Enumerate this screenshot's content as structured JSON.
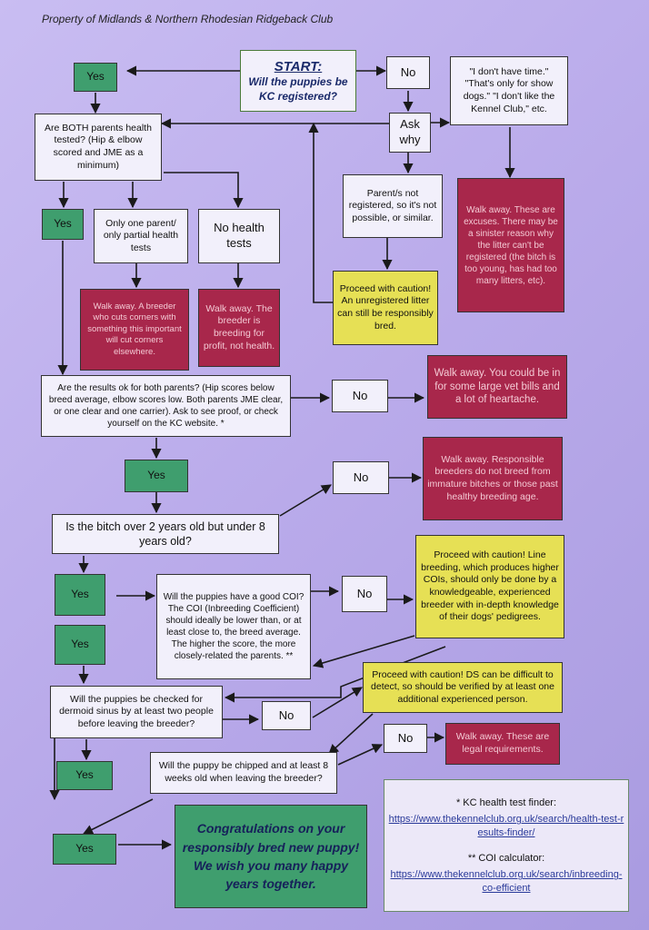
{
  "header": "Property of Midlands & Northern Rhodesian Ridgeback Club",
  "start": {
    "title": "START:",
    "question": "Will the puppies be KC registered?"
  },
  "labels": {
    "yes": "Yes",
    "no": "No",
    "ask_why": "Ask why"
  },
  "nodes": {
    "excuses_quote": "\"I don't have time.\" \"That's only for show dogs.\" \"I don't like the Kennel Club,\" etc.",
    "not_registered": "Parent/s not registered, so it's not possible, or similar.",
    "walk_excuses": "Walk away. These are excuses. There may be a sinister reason why the litter can't be registered (the bitch is too young, has had too many litters, etc).",
    "caution_unregistered": "Proceed with caution! An unregistered litter can still be responsibly bred.",
    "both_tested_q": "Are BOTH parents health tested? (Hip & elbow scored and JME as a minimum)",
    "one_parent": "Only one parent/ only partial health tests",
    "no_tests": "No health tests",
    "walk_cuts_corners": "Walk away. A breeder who cuts corners with something this important will cut corners elsewhere.",
    "walk_profit": "Walk away. The breeder is breeding for profit, not health.",
    "results_ok_q": "Are the results ok for both parents? (Hip scores below breed average, elbow scores low. Both parents JME clear, or one clear and one carrier). Ask to see proof, or check yourself on the KC website. *",
    "walk_vet_bills": "Walk away. You could be in for some large vet bills and a lot of heartache.",
    "walk_immature": "Walk away. Responsible breeders do not breed from immature bitches or those past healthy breeding age.",
    "bitch_age_q": "Is the bitch over 2 years old but under 8 years old?",
    "coi_q": "Will the puppies have a good COI? The COI (Inbreeding Coefficient) should ideally be lower than, or at least close to, the breed average. The higher the score, the more closely-related the parents. **",
    "caution_line": "Proceed with caution! Line breeding, which produces higher COIs, should only be done by a knowledgeable, experienced breeder with in-depth knowledge of their dogs' pedigrees.",
    "ds_q": "Will the puppies be checked for dermoid sinus by at least two people before leaving the breeder?",
    "caution_ds": "Proceed with caution! DS can be difficult to detect, so should be verified by at least one additional experienced person.",
    "chip_q": "Will the puppy be chipped and at least 8 weeks old when leaving the breeder?",
    "walk_legal": "Walk away. These are legal requirements.",
    "congrats": "Congratulations on your responsibly bred new puppy! We wish you many happy years together."
  },
  "links": {
    "kc_label": "* KC health test finder:",
    "kc_url": "https://www.thekennelclub.org.uk/search/health-test-results-finder/",
    "coi_label": "** COI calculator:",
    "coi_url": "https://www.thekennelclub.org.uk/search/inbreeding-co-efficient"
  }
}
